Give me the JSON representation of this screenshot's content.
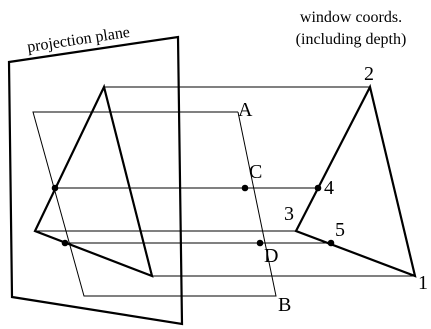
{
  "labels": {
    "projection_plane": "projection plane",
    "window_coords_line1": "window coords.",
    "window_coords_line2": "(including depth)",
    "A": "A",
    "B": "B",
    "C": "C",
    "D": "D",
    "v1": "1",
    "v2": "2",
    "v3": "3",
    "v4": "4",
    "v5": "5"
  }
}
